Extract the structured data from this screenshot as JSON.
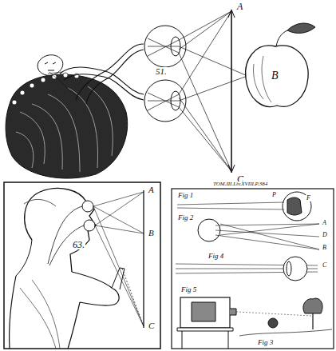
{
  "diagram": {
    "labels": [
      "A",
      "B",
      "C",
      "51.",
      "63.",
      "A",
      "B",
      "C",
      "TOM.III.Liv.XVIII.P.384",
      "Fig 1",
      "P",
      "F",
      "Fig 2",
      "A",
      "D",
      "B",
      "Fig 4",
      "C",
      "Fig 5",
      "Fig 3"
    ]
  }
}
